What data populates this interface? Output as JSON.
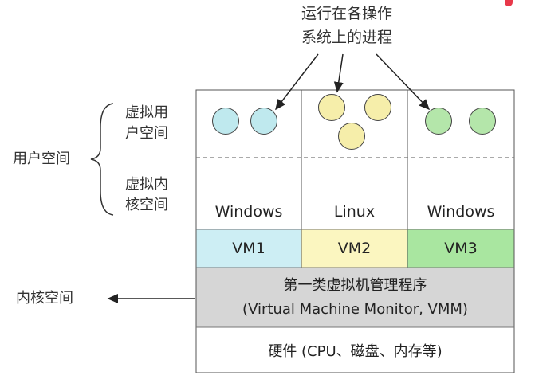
{
  "callout": {
    "line1": "运行在各操作",
    "line2": "系统上的进程"
  },
  "labels": {
    "user_space": "用户空间",
    "virtual_user_line1": "虚拟用",
    "virtual_user_line2": "户空间",
    "virtual_kernel_line1": "虚拟内",
    "virtual_kernel_line2": "核空间",
    "kernel_space": "内核空间"
  },
  "guests": [
    {
      "os": "Windows",
      "vm": "VM1",
      "color": "#cdeef4"
    },
    {
      "os": "Linux",
      "vm": "VM2",
      "color": "#fbf6c0"
    },
    {
      "os": "Windows",
      "vm": "VM3",
      "color": "#a9e6a0"
    }
  ],
  "vmm": {
    "line1": "第一类虚拟机管理程序",
    "line2": "(Virtual Machine Monitor, VMM)"
  },
  "hardware": "硬件 (CPU、磁盘、内存等)"
}
